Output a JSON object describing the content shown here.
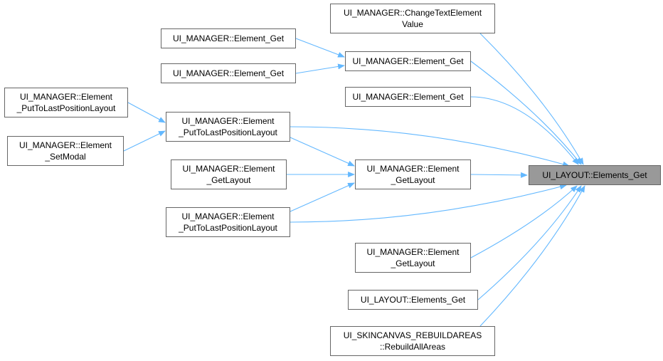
{
  "colors": {
    "edge": "#63b8ff",
    "node_border": "#666666",
    "node_fill": "#ffffff",
    "target_fill": "#999999"
  },
  "nodes": {
    "target": {
      "lines": [
        "UI_LAYOUT::Elements_Get"
      ]
    },
    "n1": {
      "lines": [
        "UI_MANAGER::ChangeTextElement",
        "Value"
      ]
    },
    "n2": {
      "lines": [
        "UI_MANAGER::Element_Get"
      ]
    },
    "n3": {
      "lines": [
        "UI_MANAGER::Element_Get"
      ]
    },
    "n4": {
      "lines": [
        "UI_MANAGER::Element_Get"
      ]
    },
    "n5": {
      "lines": [
        "UI_MANAGER::Element_Get"
      ]
    },
    "n6": {
      "lines": [
        "UI_MANAGER::Element",
        "_PutToLastPositionLayout"
      ]
    },
    "n7": {
      "lines": [
        "UI_MANAGER::Element",
        "_PutToLastPositionLayout"
      ]
    },
    "n8": {
      "lines": [
        "UI_MANAGER::Element",
        "_SetModal"
      ]
    },
    "n9": {
      "lines": [
        "UI_MANAGER::Element",
        "_GetLayout"
      ]
    },
    "n10": {
      "lines": [
        "UI_MANAGER::Element",
        "_GetLayout"
      ]
    },
    "n11": {
      "lines": [
        "UI_MANAGER::Element",
        "_PutToLastPositionLayout"
      ]
    },
    "n12": {
      "lines": [
        "UI_MANAGER::Element",
        "_GetLayout"
      ]
    },
    "n13": {
      "lines": [
        "UI_LAYOUT::Elements_Get"
      ]
    },
    "n14": {
      "lines": [
        "UI_SKINCANVAS_REBUILDAREAS",
        "::RebuildAllAreas"
      ]
    }
  },
  "edges": [
    [
      "n1",
      "target"
    ],
    [
      "n2",
      "target"
    ],
    [
      "n4",
      "target"
    ],
    [
      "n7",
      "target"
    ],
    [
      "n10",
      "target"
    ],
    [
      "n11",
      "target"
    ],
    [
      "n12",
      "target"
    ],
    [
      "n13",
      "target"
    ],
    [
      "n14",
      "target"
    ],
    [
      "n3",
      "n2"
    ],
    [
      "n5",
      "n2"
    ],
    [
      "n6",
      "n7"
    ],
    [
      "n8",
      "n7"
    ],
    [
      "n7",
      "n10"
    ],
    [
      "n9",
      "n10"
    ],
    [
      "n11",
      "n10"
    ]
  ]
}
